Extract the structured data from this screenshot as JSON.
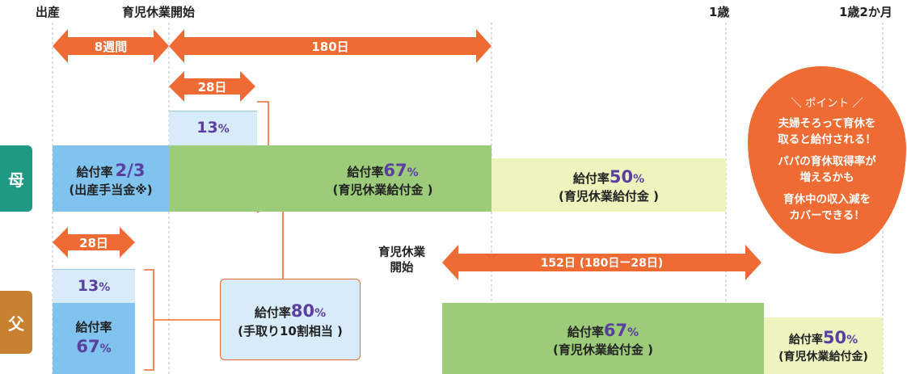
{
  "timeline": {
    "birth": "出産",
    "leave_start": "育児休業開始",
    "one_year": "1歳",
    "one_year_two_months": "1歳2か月"
  },
  "arrows": {
    "eight_weeks": "8週間",
    "days_180": "180日",
    "mother_28": "28日",
    "father_28": "28日",
    "days_152": "152日 (180日ー28日)"
  },
  "mother": {
    "label": "母",
    "top_up": {
      "value": "13",
      "unit": "%"
    },
    "maternity": {
      "prefix": "給付率",
      "value": "2/3",
      "note": "(出産手当金※)"
    },
    "leave67": {
      "prefix": "給付率",
      "value": "67",
      "unit": "%",
      "note": "(育児休業給付金 )"
    },
    "leave50": {
      "prefix": "給付率",
      "value": "50",
      "unit": "%",
      "note": "(育児休業給付金 )"
    }
  },
  "father": {
    "label": "父",
    "top_up": {
      "value": "13",
      "unit": "%"
    },
    "base": {
      "prefix": "給付率",
      "value": "67",
      "unit": "%"
    },
    "leave_start_label": [
      "育児休業",
      "開始"
    ],
    "leave67": {
      "prefix": "給付率",
      "value": "67",
      "unit": "%",
      "note": "(育児休業給付金 )"
    },
    "leave50": {
      "prefix": "給付率",
      "value": "50",
      "unit": "%",
      "note": "(育児休業給付金)"
    }
  },
  "combined": {
    "prefix": "給付率",
    "value": "80",
    "unit": "%",
    "note": "(手取り10割相当 )"
  },
  "point": {
    "title": "ポイント",
    "lines": [
      "夫婦そろって育休を",
      "取ると給付される！",
      "パパの育休取得率が",
      "増えるかも",
      "育休中の収入減を",
      "カバーできる！"
    ]
  },
  "colors": {
    "orange": "#ee6b33",
    "teal": "#1e9a82",
    "brown": "#c8822f",
    "blue": "#7fc3ee",
    "light_blue": "#d7ecf8",
    "green": "#9ccb7a",
    "yellow": "#eef4be",
    "purple": "#5b3fa0"
  }
}
